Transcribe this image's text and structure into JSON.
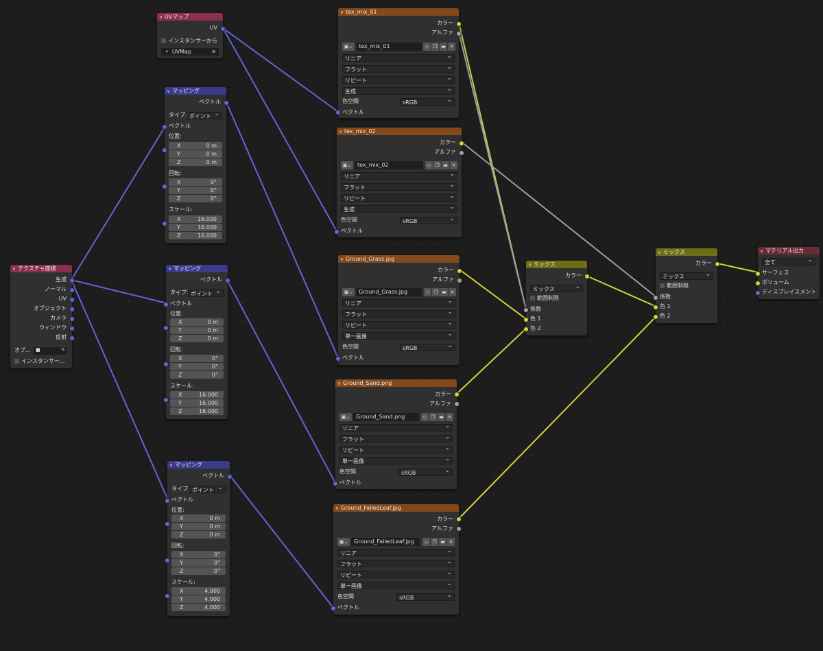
{
  "nodes": {
    "uv_map": {
      "title": "UVマップ",
      "out": "UV",
      "from_instancer": "インスタンサーから",
      "map": "UVMap"
    },
    "tex_coord": {
      "title": "テクスチャ座標",
      "outs": [
        "生成",
        "ノーマル",
        "UV",
        "オブジェクト",
        "カメラ",
        "ウィンドウ",
        "反射"
      ],
      "object_label": "オブ...",
      "instancer": "インスタンサー..."
    },
    "mapping_1": {
      "title": "マッピング",
      "out": "ベクトル",
      "type_label": "タイプ:",
      "type": "ポイント",
      "in": "ベクトル",
      "loc_label": "位置:",
      "loc": [
        "0 m",
        "0 m",
        "0 m"
      ],
      "rot_label": "回転:",
      "rot": [
        "0°",
        "0°",
        "0°"
      ],
      "scale_label": "スケール:",
      "scale": [
        "16.000",
        "16.000",
        "16.000"
      ]
    },
    "mapping_2": {
      "title": "マッピング",
      "out": "ベクトル",
      "type_label": "タイプ:",
      "type": "ポイント",
      "in": "ベクトル",
      "loc_label": "位置:",
      "loc": [
        "0 m",
        "0 m",
        "0 m"
      ],
      "rot_label": "回転:",
      "rot": [
        "0°",
        "0°",
        "0°"
      ],
      "scale_label": "スケール:",
      "scale": [
        "16.000",
        "16.000",
        "16.000"
      ]
    },
    "mapping_3": {
      "title": "マッピング",
      "out": "ベクトル",
      "type_label": "タイプ:",
      "type": "ポイント",
      "in": "ベクトル",
      "loc_label": "位置:",
      "loc": [
        "0 m",
        "0 m",
        "0 m"
      ],
      "rot_label": "回転:",
      "rot": [
        "0°",
        "0°",
        "0°"
      ],
      "scale_label": "スケール:",
      "scale": [
        "4.000",
        "4.000",
        "4.000"
      ]
    },
    "tex1": {
      "title": "tex_mix_01",
      "image": "tex_mix_01",
      "interp": "リニア",
      "proj": "フラット",
      "ext": "リピート",
      "source": "生成",
      "cs_label": "色空間",
      "cs": "sRGB"
    },
    "tex2": {
      "title": "tex_mix_02",
      "image": "tex_mix_02",
      "interp": "リニア",
      "proj": "フラット",
      "ext": "リピート",
      "source": "生成",
      "cs_label": "色空間",
      "cs": "sRGB"
    },
    "tex3": {
      "title": "Ground_Grass.jpg",
      "image": "Ground_Grass.jpg",
      "interp": "リニア",
      "proj": "フラット",
      "ext": "リピート",
      "source": "単一画像",
      "cs_label": "色空間",
      "cs": "sRGB"
    },
    "tex4": {
      "title": "Ground_Sand.png",
      "image": "Ground_Sand.png",
      "interp": "リニア",
      "proj": "フラット",
      "ext": "リピート",
      "source": "単一画像",
      "cs_label": "色空間",
      "cs": "sRGB"
    },
    "tex5": {
      "title": "Ground_FalledLeaf.jpg",
      "image": "Ground_FalledLeaf.jpg",
      "interp": "リニア",
      "proj": "フラット",
      "ext": "リピート",
      "source": "単一画像",
      "cs_label": "色空間",
      "cs": "sRGB"
    },
    "mix1": {
      "title": "ミックス",
      "out": "カラー",
      "mode": "ミックス",
      "clamp": "範囲制限",
      "fac": "係数",
      "c1": "色 1",
      "c2": "色 2"
    },
    "mix2": {
      "title": "ミックス",
      "out": "カラー",
      "mode": "ミックス",
      "clamp": "範囲制限",
      "fac": "係数",
      "c1": "色 1",
      "c2": "色 2"
    },
    "output": {
      "title": "マテリアル出力",
      "target": "全て",
      "surface": "サーフェス",
      "volume": "ボリューム",
      "displacement": "ディスプレイスメント"
    }
  },
  "socket_labels": {
    "color": "カラー",
    "alpha": "アルファ",
    "vector": "ベクトル",
    "x": "X",
    "y": "Y",
    "z": "Z"
  },
  "colors": {
    "vector_socket": "#6464d8",
    "color_socket": "#d3d33a",
    "gray_socket": "#a1a1a1"
  }
}
